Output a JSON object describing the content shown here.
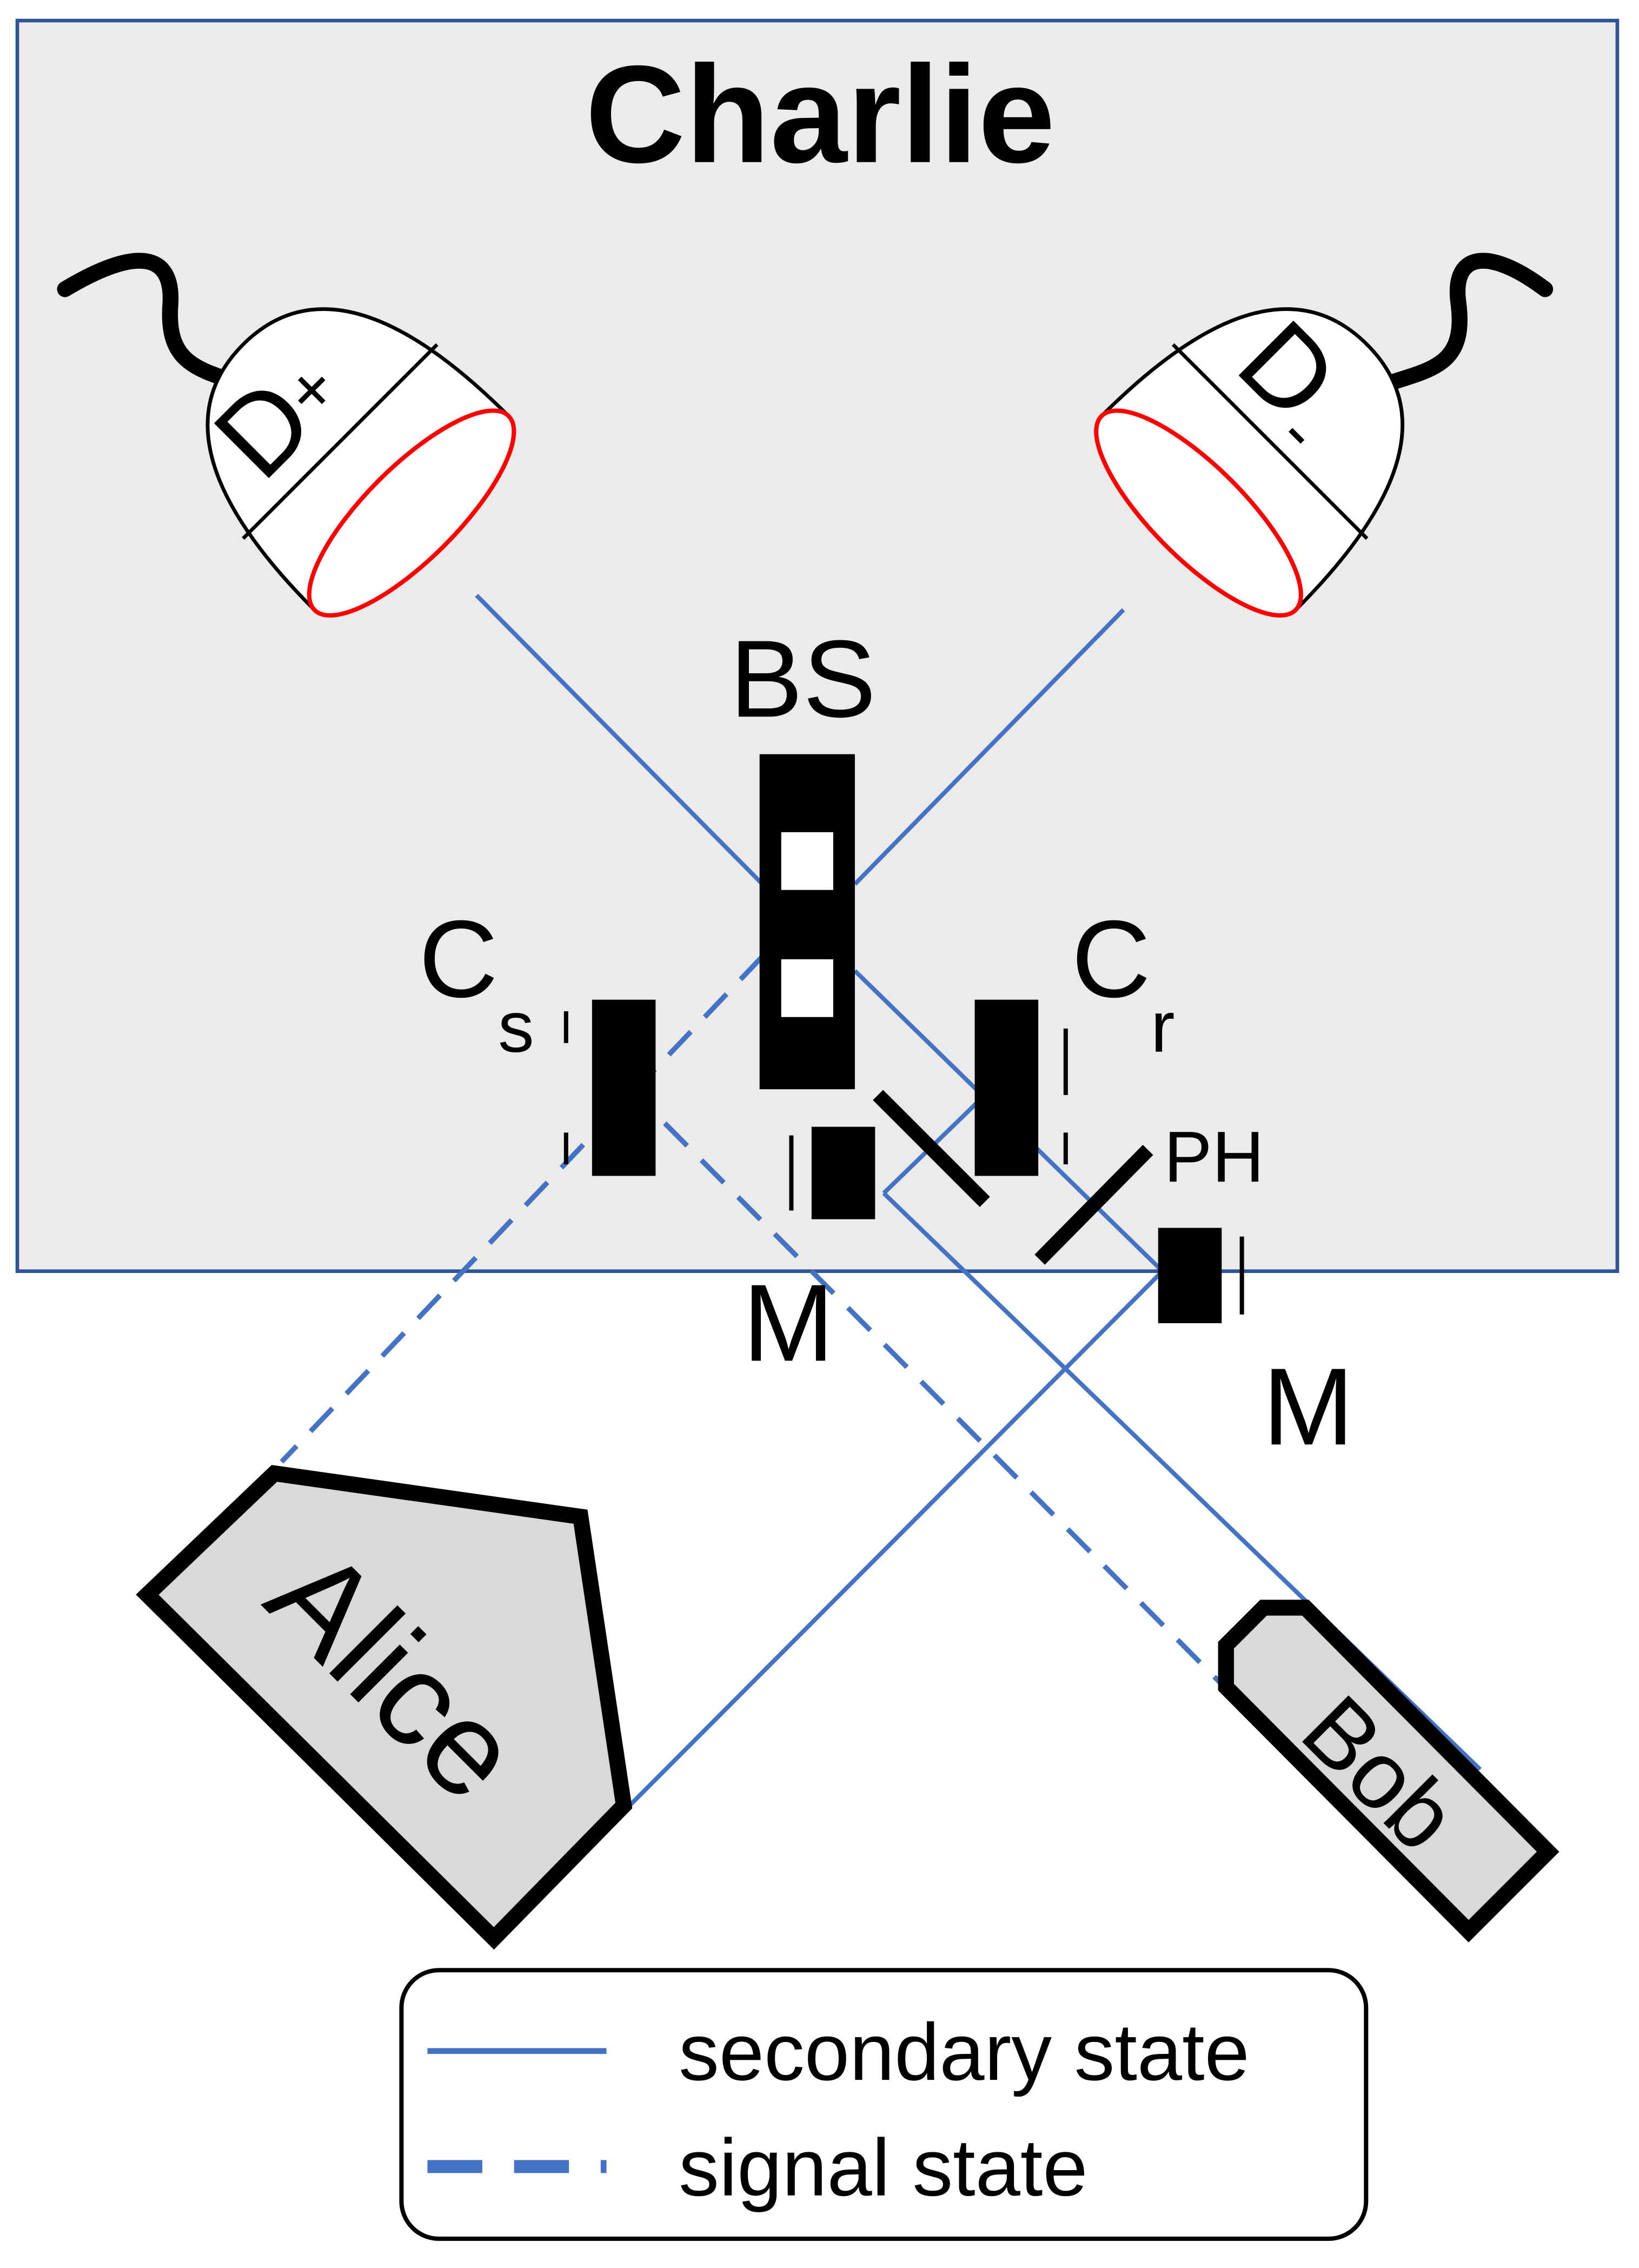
{
  "title": "Charlie",
  "components": {
    "detector_plus": {
      "letter": "D",
      "subscript": "+"
    },
    "detector_minus": {
      "letter": "D",
      "subscript": "-"
    },
    "beam_splitter": "BS",
    "circulator_signal": {
      "letter": "C",
      "subscript": "s"
    },
    "circulator_reference": {
      "letter": "C",
      "subscript": "r"
    },
    "phase_shifter": "PH",
    "mirror_left": "M",
    "mirror_right": "M"
  },
  "parties": {
    "alice": "Alice",
    "bob": "Bob"
  },
  "legend": {
    "secondary": "secondary state",
    "signal": "signal state"
  },
  "colors": {
    "beam": "#4472C4",
    "box_fill": "#EBEBEB",
    "box_border": "#2F5597",
    "party_fill": "#D9D9D9",
    "detector_window": "#FF0000",
    "ink": "#000000"
  }
}
